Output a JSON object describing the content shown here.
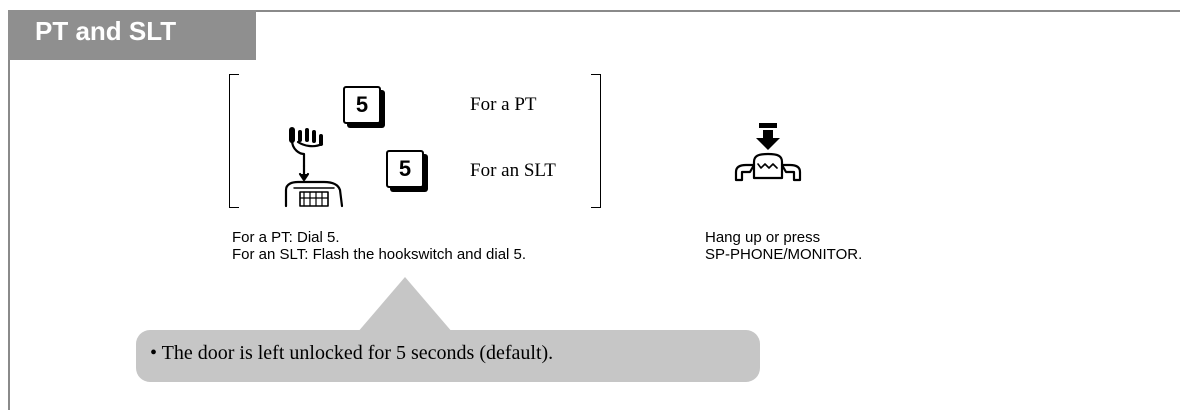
{
  "section": {
    "title": "PT and SLT"
  },
  "steps": {
    "dial": {
      "pt_key": "5",
      "pt_label": "For a PT",
      "slt_key": "5",
      "slt_label": "For an SLT",
      "caption_line1": "For a PT: Dial 5.",
      "caption_line2": "For an SLT: Flash the hookswitch and dial 5."
    },
    "hangup": {
      "caption_line1": "Hang up or press",
      "caption_line2": "SP-PHONE/MONITOR."
    }
  },
  "note": {
    "text": "• The door is left unlocked for 5 seconds (default)."
  },
  "icons": {
    "dial": "hand-flash-hookswitch-icon",
    "hangup": "hang-up-phone-icon"
  },
  "colors": {
    "tab": "#8f8f8f",
    "rule": "#8a8a8a",
    "callout": "#c6c6c6"
  }
}
